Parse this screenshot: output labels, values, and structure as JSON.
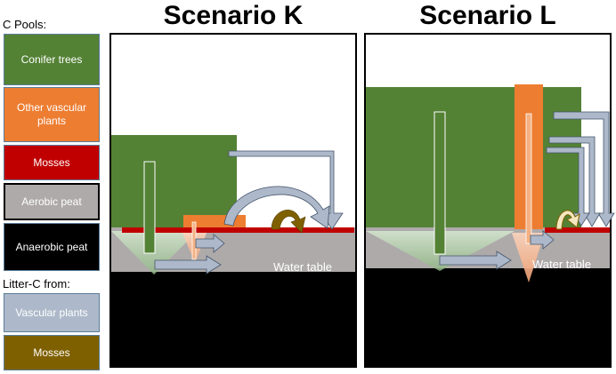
{
  "legend": {
    "pools_title": "C Pools:",
    "pools": [
      {
        "key": "conifer",
        "label": "Conifer trees",
        "color": "#548235",
        "text_color": "#ffffff"
      },
      {
        "key": "vascular",
        "label": "Other vascular plants",
        "color": "#ed7d31",
        "text_color": "#ffffff"
      },
      {
        "key": "mosses",
        "label": "Mosses",
        "color": "#c00000",
        "text_color": "#ffffff"
      },
      {
        "key": "aerobic",
        "label": "Aerobic peat",
        "color": "#aeaaaa",
        "text_color": "#ffffff"
      },
      {
        "key": "anaerobic",
        "label": "Anaerobic peat",
        "color": "#000000",
        "text_color": "#ffffff"
      }
    ],
    "litter_title": "Litter-C from:",
    "litter": [
      {
        "key": "litter_vascular",
        "label": "Vascular plants",
        "color": "#adb9ca",
        "text_color": "#ffffff"
      },
      {
        "key": "litter_mosses",
        "label": "Mosses",
        "color": "#7f6000",
        "text_color": "#ffffff"
      }
    ]
  },
  "scenarios": [
    {
      "title": "Scenario K",
      "water_table_label": "Water table"
    },
    {
      "title": "Scenario L",
      "water_table_label": "Water table"
    }
  ]
}
